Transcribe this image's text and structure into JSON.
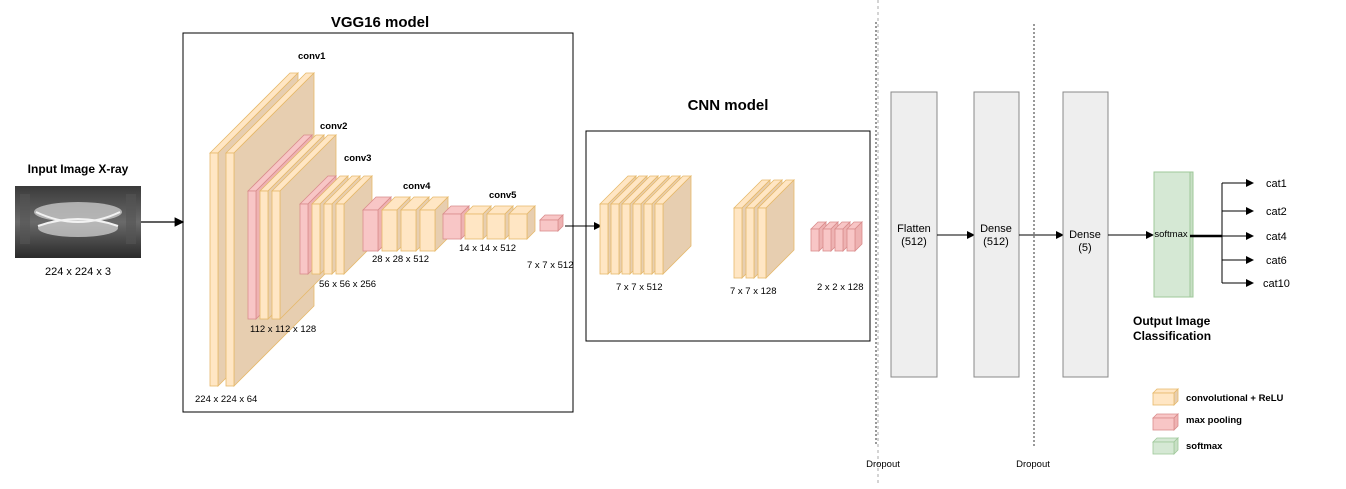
{
  "input": {
    "title": "Input Image X-ray",
    "size": "224 x 224 x 3"
  },
  "vgg": {
    "title": "VGG16 model",
    "blocks": [
      {
        "name": "conv1",
        "size": "224 x 224 x 64"
      },
      {
        "name": "conv2",
        "size": "112 x 112 x 128"
      },
      {
        "name": "conv3",
        "size": "56 x 56 x 256"
      },
      {
        "name": "conv4",
        "size": "28 x 28 x 512"
      },
      {
        "name": "conv5",
        "size": "14 x 14 x 512"
      }
    ],
    "pool_out": "7 x 7 x 512"
  },
  "cnn": {
    "title": "CNN model",
    "layers": [
      "7 x 7 x 512",
      "7 x 7 x 128",
      "2 x 2 x 128"
    ]
  },
  "dense": {
    "flatten": {
      "name": "Flatten",
      "units": "(512)"
    },
    "dense1": {
      "name": "Dense",
      "units": "(512)"
    },
    "dense2": {
      "name": "Dense",
      "units": "(5)"
    },
    "softmax": "softmax",
    "dropout1": "Dropout",
    "dropout2": "Dropout"
  },
  "output": {
    "title_line1": "Output Image",
    "title_line2": "Classification",
    "classes": [
      "cat1",
      "cat2",
      "cat4",
      "cat6",
      "cat10"
    ]
  },
  "legend": {
    "conv": "convolutional + ReLU",
    "pool": "max pooling",
    "softmax": "softmax"
  },
  "colors": {
    "conv_fill": "#ffe6c4",
    "conv_stroke": "#e6b96b",
    "conv_side": "#e7ceb0",
    "pool_fill": "#f8c6c6",
    "pool_stroke": "#d98c8c",
    "softmax_fill": "#d5e8d4",
    "softmax_stroke": "#9fc89a",
    "box_fill": "#eeeeee",
    "box_stroke": "#888888"
  }
}
